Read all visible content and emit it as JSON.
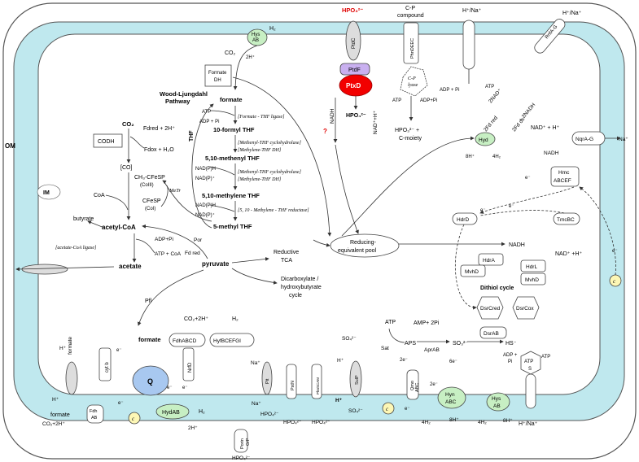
{
  "compartments": {
    "om": "OM",
    "im": "IM"
  },
  "wl": {
    "title1": "Wood-Ljungdahl",
    "title2": "Pathway",
    "thf": "THF",
    "formate": "formate",
    "atp": "ATP",
    "adp": "ADP + Pi",
    "formyl": "10-formyl THF",
    "methenyl": "5,10-methenyl THF",
    "methylene": "5,10-methylene THF",
    "methyl": "5-methyl THF",
    "nadph": "NAD(P)H",
    "nadp": "NAD(P)⁺",
    "nadph2": "NAD(P)H",
    "nadp2": "NAD(P)⁺",
    "enz1": "[Formate - THF ligase]",
    "enz2": "[Methenyl-THF cyclohydrolase]",
    "enz3": "[Methylene-THF DH]",
    "enz4": "[Methenyl-THF cyclohydrolase]",
    "enz5": "[Methylene-THF DH]",
    "enz6": "[5, 10 - Methylene - THF reductase]",
    "formate_dh": "Formate",
    "formate_dh2": "DH",
    "co2_top": "CO₂",
    "h_top": "2H⁺",
    "h2": "H₂"
  },
  "codh": {
    "label": "CODH",
    "co2": "CO₂",
    "fd_red": "Fdred + 2H⁺",
    "fd_ox": "Fdox + H₂O",
    "co": "[CO]",
    "ch3": "CH₃-CFeSP",
    "coiii": "(CoIII)",
    "cfesp": "CFeSP",
    "coi": "(CoI)",
    "metr": "MeTr",
    "coa": "CoA",
    "acetylcoa": "acetyl-CoA",
    "butyrate": "butyrate",
    "acetate_ligase": "[acetate-CoA ligase]",
    "adp": "ADP+Pi",
    "atp": "ATP + CoA",
    "acetate": "acetate",
    "pyruvate": "pyruvate",
    "por": "Por",
    "fdred2": "Fd red",
    "rtca": "Reductive",
    "rtca2": "TCA",
    "dicarb": "Dicarboxylate /",
    "dicarb2": "hydroxybutyrate",
    "dicarb3": "cycle",
    "pfl": "Pfl"
  },
  "phos": {
    "hpo3": "HPO₃²⁻",
    "ptdc": "PtdC",
    "ptdf": "PtdF",
    "ptxd": "PtxD",
    "nadh": "NADH",
    "hpo4": "HPO₄²⁻",
    "nad": "NAD⁺+H⁺",
    "q": "?",
    "cp": "C-P",
    "cp2": "compound",
    "phn": "PhnDEEC",
    "cplyase": "C-P",
    "cplyase2": "lyase",
    "atp": "ATP",
    "adp": "ADP+Pi",
    "hpo3b": "HPO₃²⁻ +",
    "cmoiety": "C-moiety"
  },
  "right": {
    "hna": "H⁺/Na⁺",
    "hna_out": "H⁺/Na⁺",
    "rnf": "RnfA-G",
    "adp": "ADP + Pi",
    "atp": "ATP",
    "nad2": "2NAD⁺",
    "fd_red": "2Fd red",
    "plus": "+",
    "fd_ox": "2Fd ox",
    "nadh2": "+ 2NADH",
    "hyd": "Hyd",
    "h8": "8H⁺",
    "h24": "4H₂",
    "nadh_h": "NAD⁺ + H⁺",
    "nqr": "NqrA-G",
    "na": "Na⁺",
    "nadh": "NADH",
    "hmc": "Hmc",
    "hmc2": "ABCEF",
    "e1": "e⁻",
    "e2": "e⁻",
    "e3": "e⁻",
    "e4": "e⁻",
    "hdrd": "HdrD",
    "tmcbc": "TmcBC",
    "c": "c",
    "pool": "Reducing-",
    "pool2": "equivalent pool",
    "nadh3": "NADH",
    "hdra": "HdrA",
    "mvhd": "MvhD",
    "hdrl": "HdrL",
    "nadh_out": "NAD⁺ +H⁺",
    "dithiol": "Dithiol cycle",
    "mvhd2": "MvhD",
    "dsrcred": "DsrCred",
    "dsrcox": "DsrCox",
    "dsrab": "DsrAB"
  },
  "bottom": {
    "formate_l": "formate",
    "h_l": "H⁺",
    "h_l2": "H⁺",
    "formate2": "formate",
    "fdh": "Fdh",
    "fdh2": "AB",
    "co2h": "CO₂+2H⁺",
    "c1": "c",
    "cytb": "cyt b",
    "q": "Q",
    "e": "e⁻",
    "e2": "e⁻",
    "e3": "e⁻",
    "e4": "e⁻",
    "nrfd": "NrfD",
    "hydab": "HydAB",
    "h2": "H₂",
    "h2b": "2H⁺",
    "formate3": "formate",
    "fdhabcd": "FdhABCD",
    "co2_2h": "CO₂+2H⁺",
    "hyfbcefgi": "HyfBCEFGI",
    "h2c": "H₂",
    "na": "Na⁺",
    "pit": "Pit",
    "na2": "Na⁺",
    "hpo4": "HPO₄²⁻",
    "porin": "Porin",
    "porin2": "O/P",
    "hpo4b": "HPO₄²⁻",
    "pstsn": "PstN",
    "hpo4c": "HPO₄²⁻",
    "phnscam": "PhnSCAM",
    "hpo4d": "HPO₄²⁻",
    "so4": "SO₄²⁻",
    "h3": "H⁺",
    "sulp": "SulP",
    "h4": "H⁺",
    "so4b": "SO₄²⁻",
    "atp": "ATP",
    "amp": "AMP+ 2Pi",
    "sat": "Sat",
    "aps": "APS",
    "aprab": "AprAB",
    "so3": "SO₃²⁻",
    "hs": "HS⁻",
    "e2x": "2e⁻",
    "e2y": "2e⁻",
    "e6": "6e⁻",
    "qmo": "Qmo",
    "qmo2": "ABC",
    "hyn": "Hyn",
    "hyn2": "ABC",
    "hys": "Hys",
    "hys2": "AB",
    "c2": "c",
    "e5": "e⁻",
    "h2d": "4H₂",
    "h8": "8H⁺",
    "h2e": "4H₂",
    "h8b": "8H⁺",
    "adp": "ADP +",
    "pi": "Pi",
    "atp2": "ATP",
    "atps": "ATP",
    "atps2": "S",
    "hna": "H⁺/Na⁺"
  }
}
